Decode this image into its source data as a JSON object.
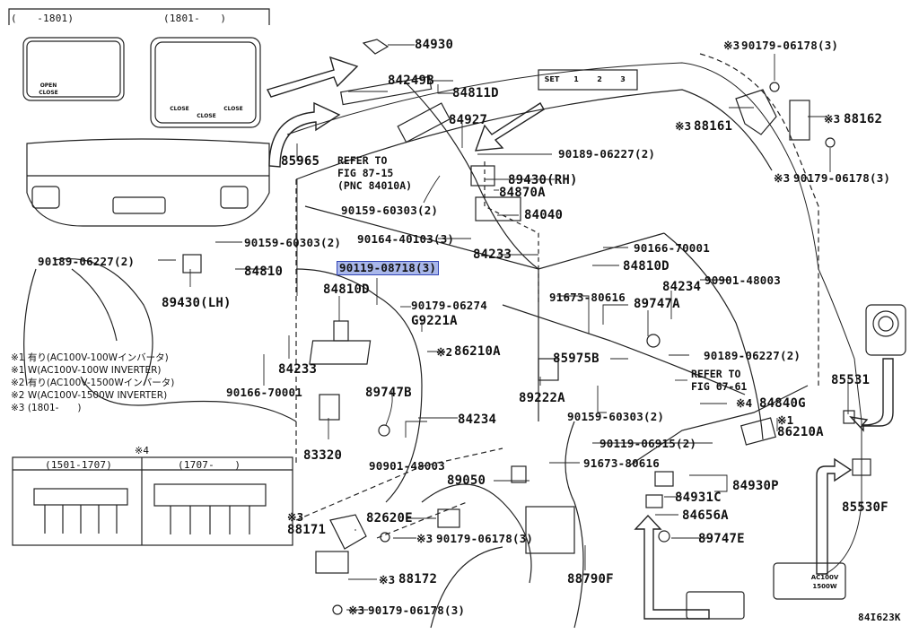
{
  "inset": {
    "period_left": "(　　-1801)",
    "period_right": "(1801-　　)",
    "switch_texts": {
      "open": "OPEN",
      "close": "CLOSE"
    },
    "variant_box_star": "※4",
    "variant_left": "(1501-1707)",
    "variant_right": "(1707-　　)"
  },
  "parts": {
    "p84930": "84930",
    "p84249B": "84249B",
    "p84811D": "84811D",
    "p84927": "84927",
    "p85965": "85965",
    "refer1": "REFER TO\nFIG 87-15\n(PNC 84010A)",
    "p90189_top": "90189-06227(2)",
    "p89430RH": "89430(RH)",
    "p84870A": "84870A",
    "p90159_top": "90159-60303(2)",
    "p84040": "84040",
    "p90164": "90164-40103(3)",
    "p84233_top": "84233",
    "p90166_right": "90166-70001",
    "p84810D_right": "84810D",
    "p91673_mid": "91673-80616",
    "p84234_right": "84234",
    "p90901_right": "90901-48003",
    "p89747A": "89747A",
    "p90189_right": "90189-06227(2)",
    "refer2": "REFER TO\nFIG 67-61",
    "p84840G": "84840G",
    "p86210A_right": "86210A",
    "p85531": "85531",
    "p85530F": "85530F",
    "p85975B": "85975B",
    "p90159_right": "90159-60303(2)",
    "p90119_06915": "90119-06915(2)",
    "p91673_low": "91673-80616",
    "p84930P": "84930P",
    "p84931C": "84931C",
    "p84656A": "84656A",
    "p89747E": "89747E",
    "p88790F": "88790F",
    "p89050": "89050",
    "p82620E": "82620E",
    "p90179_low": "90179-06178(3)",
    "p88171": "88171",
    "p88172": "88172",
    "p90179_bottom": "90179-06178(3)",
    "p83320": "83320",
    "p90901_low": "90901-48003",
    "p84234_low": "84234",
    "p89747B": "89747B",
    "p89222A": "89222A",
    "p86210A_mid": "86210A",
    "p90119_08718": "90119-08718(3)",
    "p90179_06274": "90179-06274",
    "pG9221A": "G9221A",
    "p84810D_left": "84810D",
    "p84810": "84810",
    "p90159_left": "90159-60303(2)",
    "p90189_left": "90189-06227(2)",
    "p89430LH": "89430(LH)",
    "p84233_left": "84233",
    "p90166_left": "90166-70001",
    "p90179_topright_a": "90179-06178(3)",
    "p88161": "88161",
    "p88162": "88162",
    "p90179_topright_b": "90179-06178(3)"
  },
  "marks": {
    "s1": "※1",
    "s2": "※2",
    "s3": "※3",
    "s4": "※4"
  },
  "notes": [
    "※1 有り(AC100V-100Wインバータ)",
    "※1 W(AC100V-100W INVERTER)",
    "※2 有り(AC100V-1500Wインバータ)",
    "※2 W(AC100V-1500W INVERTER)",
    "※3 (1801-　　)"
  ],
  "keypad": {
    "k1": "SET",
    "k2": "1",
    "k3": "2",
    "k4": "3"
  },
  "inverter_icon": {
    "line1": "AC100V",
    "line2": "1500W"
  },
  "figure_id": "84I623K"
}
